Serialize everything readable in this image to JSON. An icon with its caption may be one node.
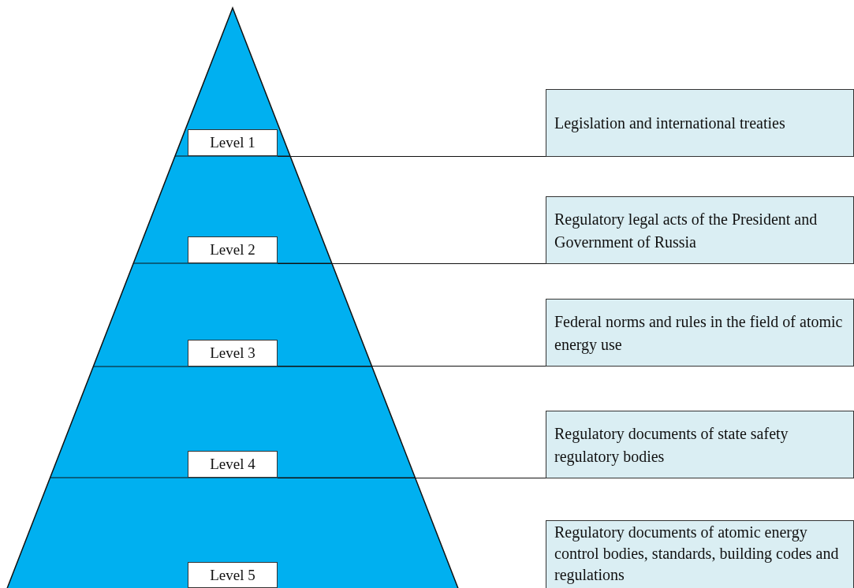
{
  "diagram": {
    "nodes": [
      {
        "text": [
          "Level 1"
        ]
      },
      {
        "text": [
          "Legislation and international treaties"
        ]
      },
      {
        "text": [
          "Level 2"
        ]
      },
      {
        "text": [
          "Regulatory legal acts of the President and Government of Russia"
        ]
      },
      {
        "text": [
          "Level 3"
        ]
      },
      {
        "text": [
          "Federal norms and rules in the field of atomic energy use"
        ]
      },
      {
        "text": [
          "Level 4"
        ]
      },
      {
        "text": [
          "Regulatory documents of state safety regulatory bodies"
        ]
      },
      {
        "text": [
          "Level 5"
        ]
      },
      {
        "text": [
          "Regulatory documents of atomic energy control bodies, standards, building codes and regulations"
        ]
      }
    ],
    "edges": [
      {
        "from": 0,
        "to": 1,
        "arrow": "none"
      },
      {
        "from": 2,
        "to": 3,
        "arrow": "none"
      },
      {
        "from": 4,
        "to": 5,
        "arrow": "none"
      },
      {
        "from": 6,
        "to": 7,
        "arrow": "none"
      }
    ]
  }
}
